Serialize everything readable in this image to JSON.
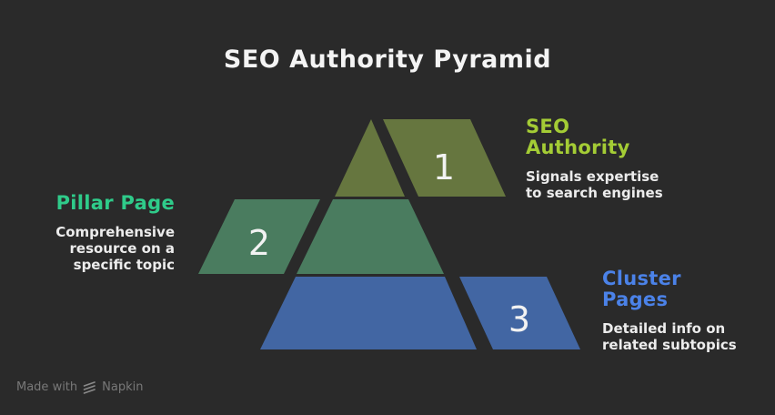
{
  "title": "SEO Authority Pyramid",
  "colors": {
    "background": "#2a2a2a",
    "title_text": "#f4f4f4",
    "number_text": "#f2f2f2",
    "description_text": "#ececec",
    "watermark_text": "#787878"
  },
  "pyramid": {
    "tiers": [
      {
        "number": "1",
        "label": "SEO Authority",
        "label_lines": [
          "SEO",
          "Authority"
        ],
        "label_color": "#a4cc35",
        "description": "Signals expertise to search engines",
        "desc_lines": [
          "Signals expertise",
          "to search engines"
        ],
        "color": "#66763f"
      },
      {
        "number": "2",
        "label": "Pillar Page",
        "label_lines": [
          "Pillar Page"
        ],
        "label_color": "#2fcb8a",
        "description": "Comprehensive resource on a specific topic",
        "desc_lines": [
          "Comprehensive",
          "resource on a",
          "specific topic"
        ],
        "color": "#4a7c5f"
      },
      {
        "number": "3",
        "label": "Cluster Pages",
        "label_lines": [
          "Cluster",
          "Pages"
        ],
        "label_color": "#4b82e8",
        "description": "Detailed info on related subtopics",
        "desc_lines": [
          "Detailed info on",
          "related subtopics"
        ],
        "color": "#4266a3"
      }
    ]
  },
  "watermark": {
    "prefix": "Made with",
    "brand": "Napkin"
  }
}
